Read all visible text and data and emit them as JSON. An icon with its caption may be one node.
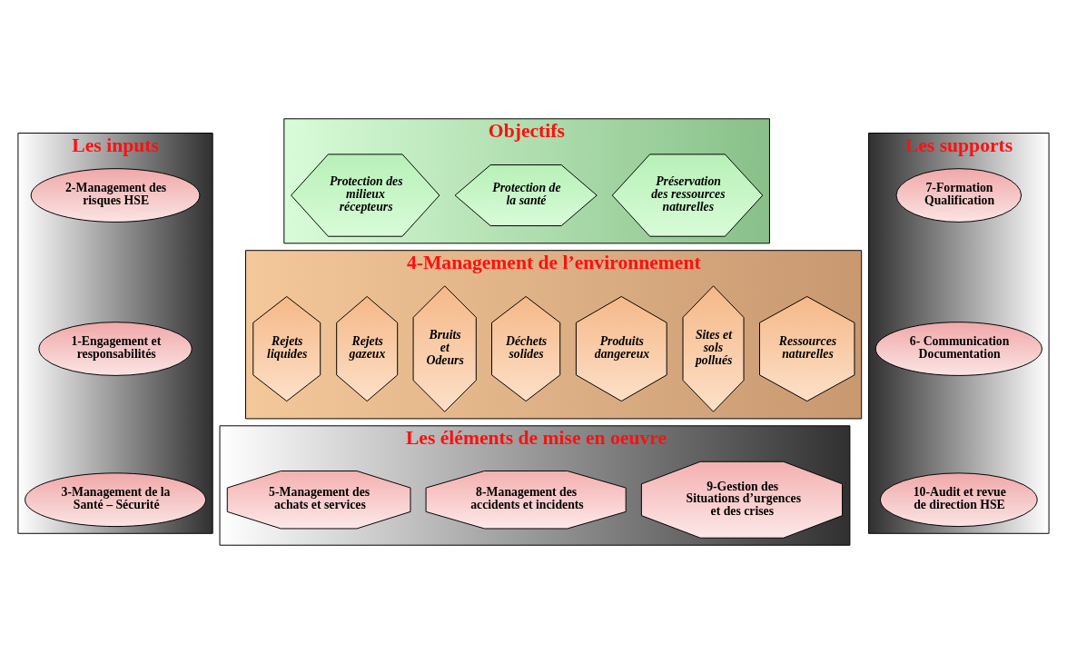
{
  "diagram": {
    "nodes": [
      {
        "text": [
          "Les inputs"
        ]
      },
      {
        "text": [
          "2-Management des risques HSE"
        ],
        "in": 0
      },
      {
        "text": [
          "1-Engagement et responsabilités"
        ],
        "in": 0
      },
      {
        "text": [
          "3-Management de la Santé – Sécurité"
        ],
        "in": 0
      },
      {
        "text": [
          "Objectifs"
        ]
      },
      {
        "text": [
          "Protection des milieux récepteurs"
        ],
        "in": 4
      },
      {
        "text": [
          "Protection de la santé"
        ],
        "in": 4
      },
      {
        "text": [
          "Préservation des ressources naturelles"
        ],
        "in": 4
      },
      {
        "text": [
          "Les supports"
        ]
      },
      {
        "text": [
          "7-Formation Qualification"
        ],
        "in": 8
      },
      {
        "text": [
          "6- Communication Documentation"
        ],
        "in": 8
      },
      {
        "text": [
          "10-Audit et revue de direction HSE"
        ],
        "in": 8
      },
      {
        "text": [
          "4-Management de l’environnement"
        ]
      },
      {
        "text": [
          "Rejets liquides"
        ],
        "in": 12
      },
      {
        "text": [
          "Rejets gazeux"
        ],
        "in": 12
      },
      {
        "text": [
          "Bruits et Odeurs"
        ],
        "in": 12
      },
      {
        "text": [
          "Déchets solides"
        ],
        "in": 12
      },
      {
        "text": [
          "Produits dangereux"
        ],
        "in": 12
      },
      {
        "text": [
          "Sites et sols pollués"
        ],
        "in": 12
      },
      {
        "text": [
          "Ressources naturelles"
        ],
        "in": 12
      },
      {
        "text": [
          "Les éléments de mise en oeuvre"
        ]
      },
      {
        "text": [
          "5-Management des achats et services"
        ],
        "in": 20
      },
      {
        "text": [
          "8-Management des accidents et incidents"
        ],
        "in": 20
      },
      {
        "text": [
          "9-Gestion des Situations d’urgences et des crises"
        ],
        "in": 20
      }
    ],
    "edges": []
  }
}
